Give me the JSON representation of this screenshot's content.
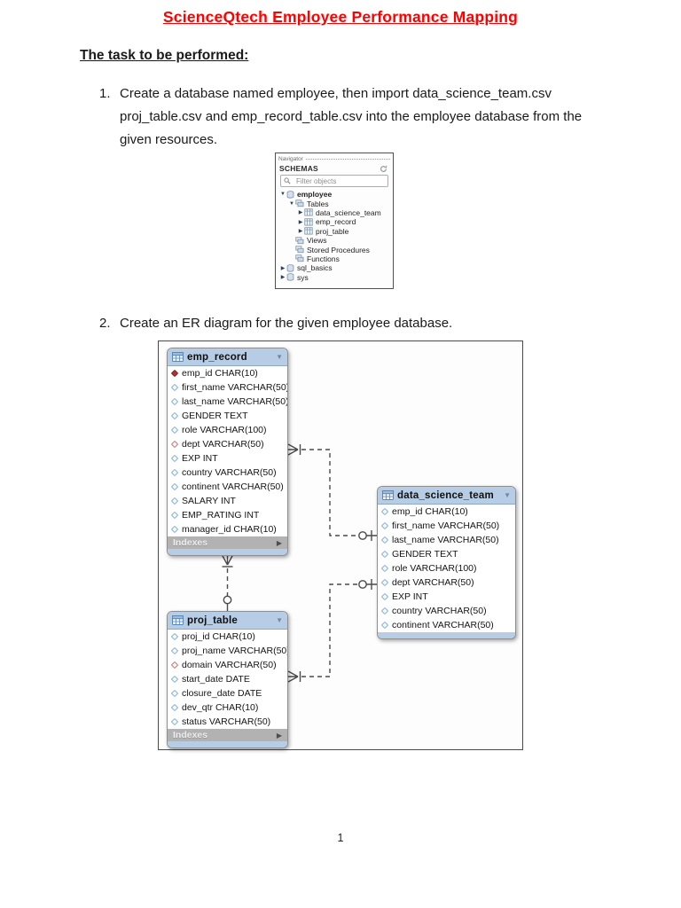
{
  "document": {
    "title": "ScienceQtech Employee Performance Mapping",
    "task_heading": "The task to be performed:",
    "tasks": [
      {
        "number": "1.",
        "text": "Create a database named employee, then import data_science_team.csv proj_table.csv and emp_record_table.csv into the employee database from the given resources."
      },
      {
        "number": "2.",
        "text": "Create an ER diagram for the given employee database."
      }
    ],
    "page_number": "1"
  },
  "navigator": {
    "panel_title": "Navigator",
    "section_header": "SCHEMAS",
    "refresh_icon": "refresh-icon",
    "filter_placeholder": "Filter objects",
    "search_icon": "search-icon",
    "tree": [
      {
        "label": "employee",
        "level": 0,
        "expand": "expanded",
        "icon": "schema-icon",
        "bold": true
      },
      {
        "label": "Tables",
        "level": 1,
        "expand": "expanded",
        "icon": "tables-icon",
        "bold": false
      },
      {
        "label": "data_science_team",
        "level": 2,
        "expand": "collapsed",
        "icon": "table-icon",
        "bold": false
      },
      {
        "label": "emp_record",
        "level": 2,
        "expand": "collapsed",
        "icon": "table-icon",
        "bold": false
      },
      {
        "label": "proj_table",
        "level": 2,
        "expand": "collapsed",
        "icon": "table-icon",
        "bold": false
      },
      {
        "label": "Views",
        "level": 1,
        "expand": "none",
        "icon": "views-icon",
        "bold": false
      },
      {
        "label": "Stored Procedures",
        "level": 1,
        "expand": "none",
        "icon": "stored-procedures-icon",
        "bold": false
      },
      {
        "label": "Functions",
        "level": 1,
        "expand": "none",
        "icon": "functions-icon",
        "bold": false
      },
      {
        "label": "sql_basics",
        "level": 0,
        "expand": "collapsed",
        "icon": "schema-icon",
        "bold": false
      },
      {
        "label": "sys",
        "level": 0,
        "expand": "collapsed",
        "icon": "schema-icon",
        "bold": false
      }
    ]
  },
  "er_diagram": {
    "tables": [
      {
        "id": "emp_record",
        "title": "emp_record",
        "fields": [
          {
            "name": "emp_id",
            "type": "CHAR(10)",
            "key": "primary"
          },
          {
            "name": "first_name",
            "type": "VARCHAR(50)",
            "key": "none"
          },
          {
            "name": "last_name",
            "type": "VARCHAR(50)",
            "key": "none"
          },
          {
            "name": "GENDER",
            "type": "TEXT",
            "key": "none"
          },
          {
            "name": "role",
            "type": "VARCHAR(100)",
            "key": "none"
          },
          {
            "name": "dept",
            "type": "VARCHAR(50)",
            "key": "fk"
          },
          {
            "name": "EXP",
            "type": "INT",
            "key": "none"
          },
          {
            "name": "country",
            "type": "VARCHAR(50)",
            "key": "none"
          },
          {
            "name": "continent",
            "type": "VARCHAR(50)",
            "key": "none"
          },
          {
            "name": "SALARY",
            "type": "INT",
            "key": "none"
          },
          {
            "name": "EMP_RATING",
            "type": "INT",
            "key": "none"
          },
          {
            "name": "manager_id",
            "type": "CHAR(10)",
            "key": "none"
          }
        ],
        "footer": "Indexes"
      },
      {
        "id": "data_science_team",
        "title": "data_science_team",
        "fields": [
          {
            "name": "emp_id",
            "type": "CHAR(10)",
            "key": "none"
          },
          {
            "name": "first_name",
            "type": "VARCHAR(50)",
            "key": "none"
          },
          {
            "name": "last_name",
            "type": "VARCHAR(50)",
            "key": "none"
          },
          {
            "name": "GENDER",
            "type": "TEXT",
            "key": "none"
          },
          {
            "name": "role",
            "type": "VARCHAR(100)",
            "key": "none"
          },
          {
            "name": "dept",
            "type": "VARCHAR(50)",
            "key": "none"
          },
          {
            "name": "EXP",
            "type": "INT",
            "key": "none"
          },
          {
            "name": "country",
            "type": "VARCHAR(50)",
            "key": "none"
          },
          {
            "name": "continent",
            "type": "VARCHAR(50)",
            "key": "none"
          }
        ],
        "footer": null
      },
      {
        "id": "proj_table",
        "title": "proj_table",
        "fields": [
          {
            "name": "proj_id",
            "type": "CHAR(10)",
            "key": "none"
          },
          {
            "name": "proj_name",
            "type": "VARCHAR(50)",
            "key": "none"
          },
          {
            "name": "domain",
            "type": "VARCHAR(50)",
            "key": "fk"
          },
          {
            "name": "start_date",
            "type": "DATE",
            "key": "none"
          },
          {
            "name": "closure_date",
            "type": "DATE",
            "key": "none"
          },
          {
            "name": "dev_qtr",
            "type": "CHAR(10)",
            "key": "none"
          },
          {
            "name": "status",
            "type": "VARCHAR(50)",
            "key": "none"
          }
        ],
        "footer": "Indexes"
      }
    ]
  },
  "colors": {
    "title_red": "#ff0000",
    "table_header_blue": "#b7cde6",
    "footer_gray": "#b2b2b2",
    "primary_key_red": "#b23232",
    "diamond_blue": "#82b1d2",
    "connector_gray": "#4a4a4a"
  }
}
